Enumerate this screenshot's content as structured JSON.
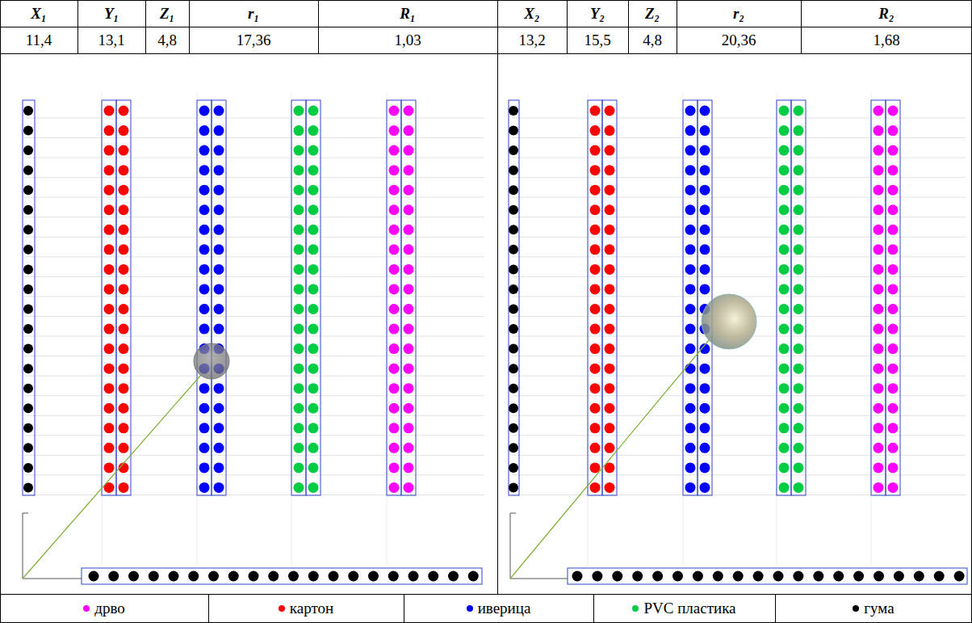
{
  "diagram": {
    "labels": [
      "X₁",
      "Y₁",
      "Z₁",
      "r₁",
      "R₁",
      "X₂",
      "Y₂",
      "Z₂",
      "r₂",
      "R₂",
      "11,4",
      "13,1",
      "4,8",
      "17,36",
      "1,03",
      "13,2",
      "15,5",
      "4,8",
      "20,36",
      "1,68"
    ],
    "legend": [
      {
        "text": "дрво",
        "color": "#ff00ff"
      },
      {
        "text": "картон",
        "color": "#ff0000"
      },
      {
        "text": "иверица",
        "color": "#0000ff"
      },
      {
        "text": "PVC пластика",
        "color": "#00cc44"
      },
      {
        "text": "гума",
        "color": "#000000"
      }
    ]
  }
}
